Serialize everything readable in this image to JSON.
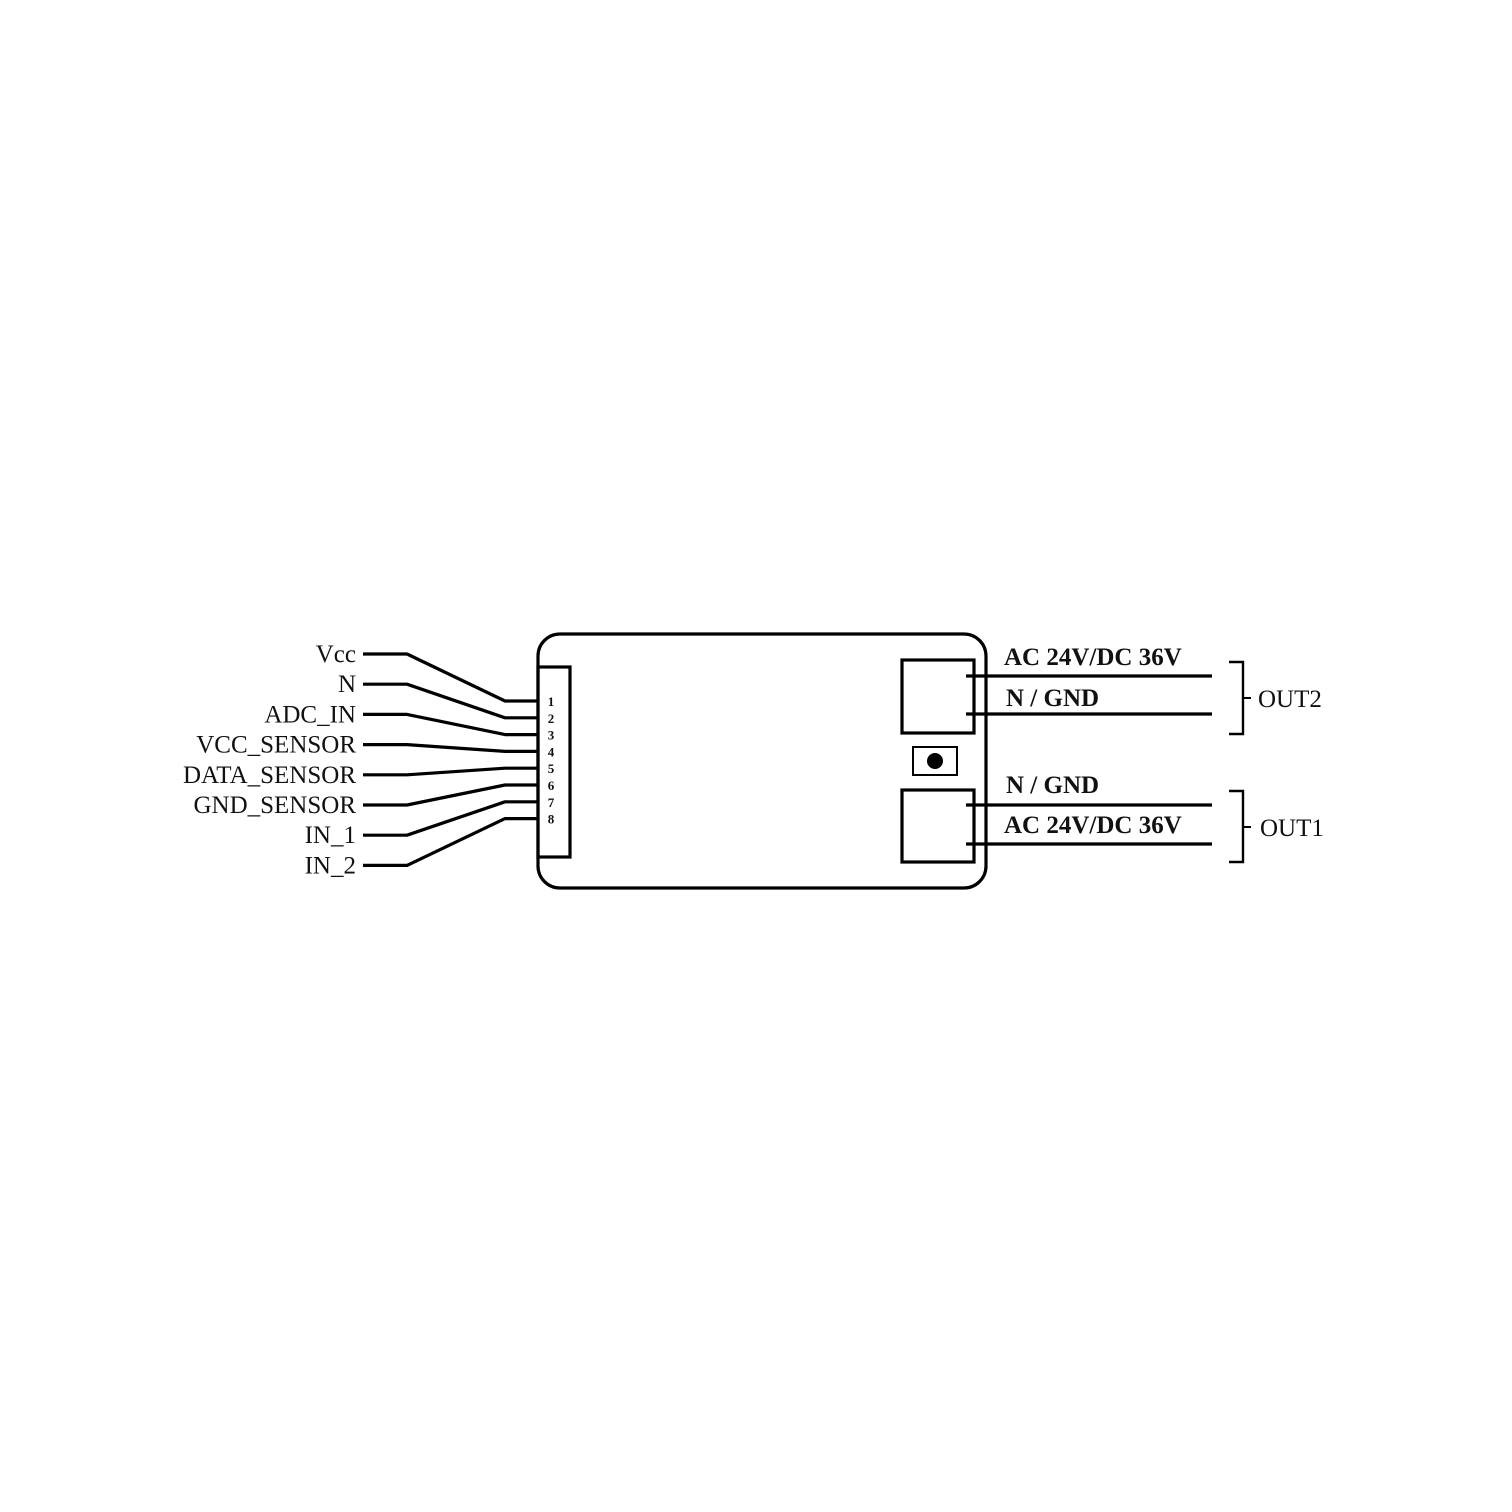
{
  "connector": {
    "pins": [
      {
        "number": "1",
        "label": "Vcc"
      },
      {
        "number": "2",
        "label": "N"
      },
      {
        "number": "3",
        "label": "ADC_IN"
      },
      {
        "number": "4",
        "label": "VCC_SENSOR"
      },
      {
        "number": "5",
        "label": "DATA_SENSOR"
      },
      {
        "number": "6",
        "label": "GND_SENSOR"
      },
      {
        "number": "7",
        "label": "IN_1"
      },
      {
        "number": "8",
        "label": "IN_2"
      }
    ]
  },
  "outputs": {
    "out2": {
      "name": "OUT2",
      "top_label": "AC 24V/DC 36V",
      "bottom_label": "N / GND"
    },
    "out1": {
      "name": "OUT1",
      "top_label": "N / GND",
      "bottom_label": "AC 24V/DC 36V"
    }
  }
}
